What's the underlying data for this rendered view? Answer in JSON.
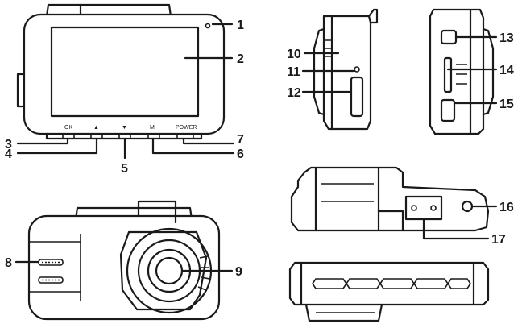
{
  "callouts": [
    "1",
    "2",
    "3",
    "4",
    "5",
    "6",
    "7",
    "8",
    "9",
    "10",
    "11",
    "12",
    "13",
    "14",
    "15",
    "16",
    "17"
  ],
  "button_labels": {
    "b3": "OK",
    "b4": "▲",
    "b5": "▼",
    "b6": "M",
    "b7": "POWER"
  },
  "views": [
    "front-screen",
    "left-side",
    "right-side",
    "rear-lens",
    "top",
    "bottom"
  ]
}
